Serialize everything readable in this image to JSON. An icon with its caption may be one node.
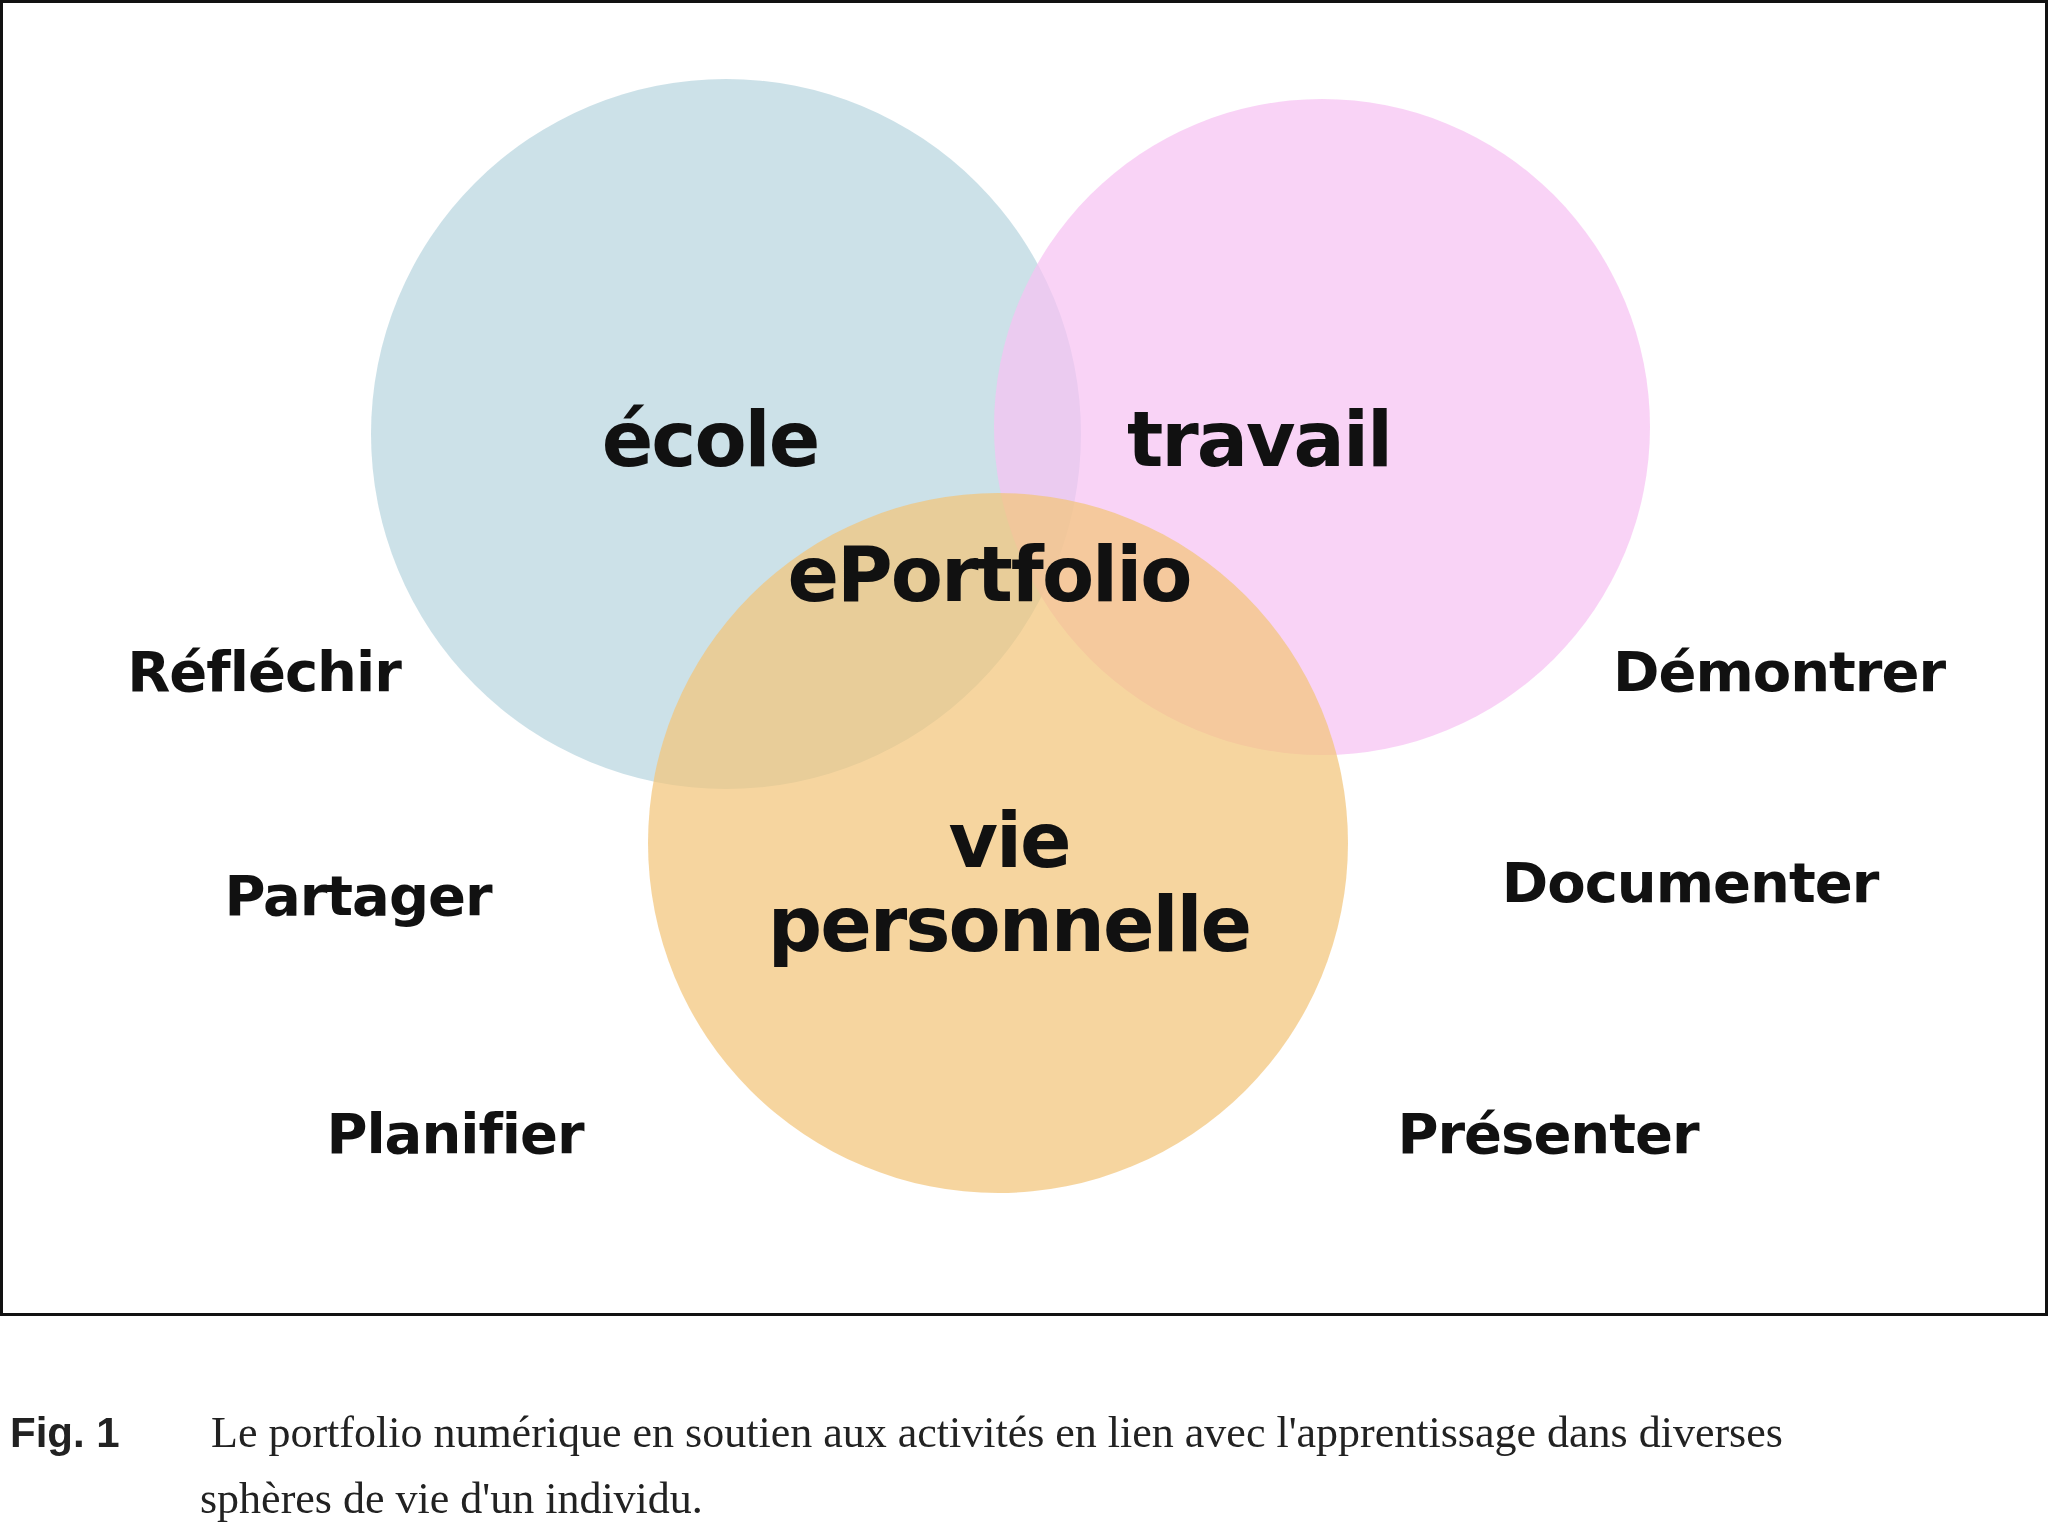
{
  "diagram": {
    "caption": "**Fig. 1** Le portfolio numérique en soutien aux activités en lien avec l'apprentissage dans diverses sphères de vie d'un individu.",
    "nodes": [
      {
        "text": [
          "école"
        ]
      },
      {
        "text": [
          "travail"
        ]
      },
      {
        "text": [
          "vie personnelle"
        ]
      }
    ],
    "labels": [
      "ePortfolio",
      "Réfléchir",
      "Démontrer",
      "Partager",
      "Documenter",
      "Planifier",
      "Présenter"
    ]
  }
}
